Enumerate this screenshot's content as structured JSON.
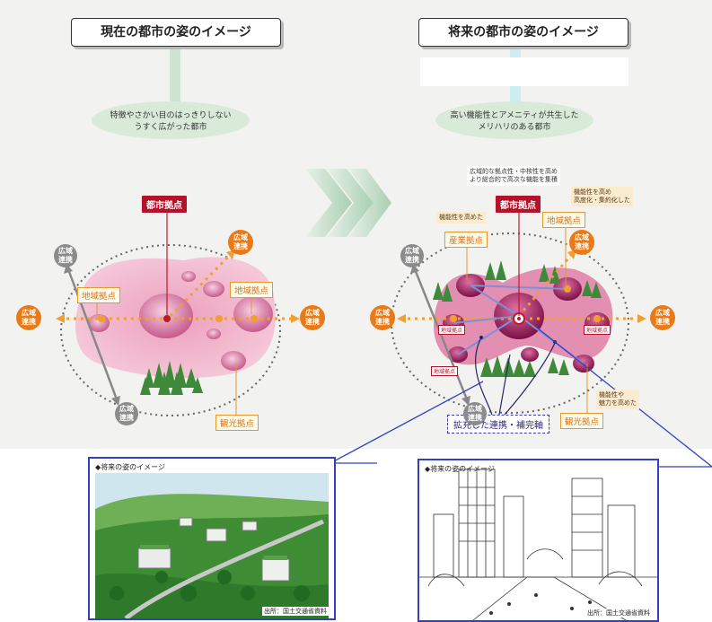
{
  "left": {
    "title": "現在の都市の姿のイメージ",
    "oval_line1": "特徴やさかい目のはっきりしない",
    "oval_line2": "うすく広がった都市",
    "city_hub": "都市拠点",
    "region_hub_a": "地域拠点",
    "region_hub_b": "地域拠点",
    "tourism_hub": "観光拠点",
    "wide_a": [
      "広域",
      "連携"
    ],
    "wide_b": [
      "広域",
      "連携"
    ],
    "wide_c": [
      "広域",
      "連携"
    ],
    "wide_d": [
      "広域",
      "連携"
    ],
    "wide_e": [
      "広域",
      "連携"
    ]
  },
  "right": {
    "title": "将来の都市の姿のイメージ",
    "oval_line1": "高い機能性とアメニティが共生した",
    "oval_line2": "メリハリのある都市",
    "city_hub": "都市拠点",
    "region_hub": "地域拠点",
    "industry_hub": "産業拠点",
    "tourism_hub": "観光拠点",
    "note_top": [
      "広域的な拠点性・中核性を高め",
      "より総合的で高次な機能を集積"
    ],
    "note_industry": "機能性を高めた",
    "note_region": [
      "機能性を高め",
      "高度化・集約化した"
    ],
    "note_tourism": [
      "機能性や",
      "魅力を高めた"
    ],
    "small_label_a": "地域拠点",
    "small_label_b": "地域拠点",
    "small_label_c": "地域拠点",
    "link_label": "拡充した連携・補完軸",
    "wide_a": [
      "広域",
      "連携"
    ],
    "wide_b": [
      "広域",
      "連携"
    ],
    "wide_c": [
      "広域",
      "連携"
    ],
    "wide_d": [
      "広域",
      "連携"
    ],
    "wide_e": [
      "広域",
      "連携"
    ]
  },
  "photos": {
    "left_title": "◆将来の姿のイメージ",
    "right_title": "◆将来の姿のイメージ",
    "left_source": "出所：国土交通省資料",
    "right_source": "出所：国土交通省資料"
  },
  "colors": {
    "accent_orange": "#ea7a18",
    "city_red": "#b3122a",
    "pink_area": "#e596b4",
    "link_blue": "#3340c2",
    "oval_green": "#d9ead9"
  }
}
